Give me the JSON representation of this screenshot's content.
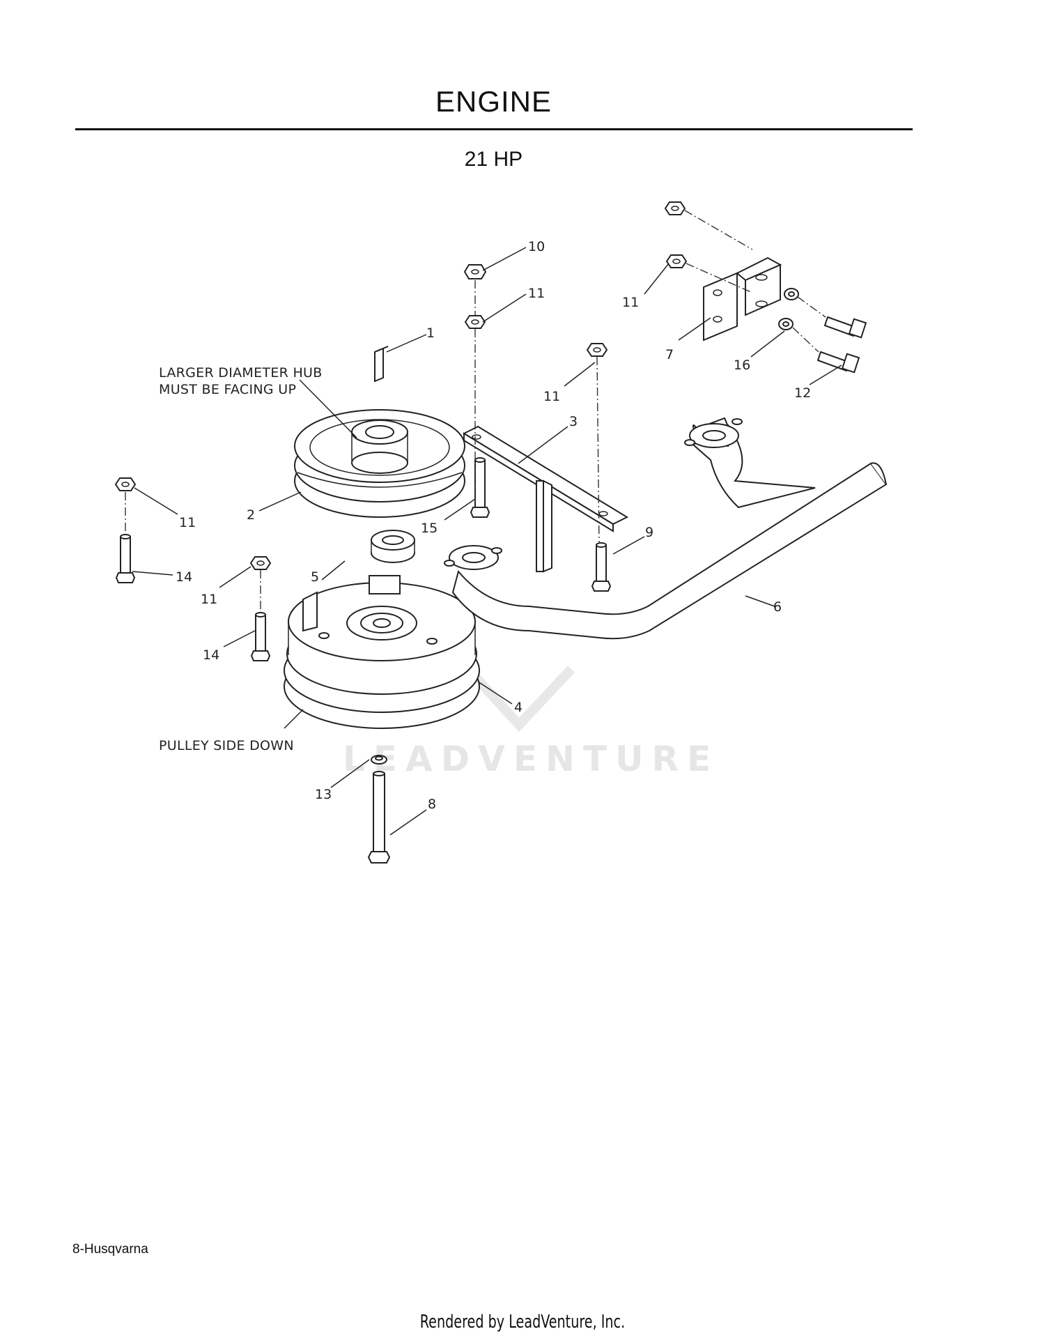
{
  "page": {
    "title": "ENGINE",
    "subtitle": "21 HP",
    "footer_page": "8-Husqvarna",
    "footer_credit": "Rendered by LeadVenture, Inc.",
    "watermark": "LEADVENTURE"
  },
  "notes": {
    "hub_line1": "LARGER DIAMETER HUB",
    "hub_line2": "MUST BE FACING UP",
    "pulley": "PULLEY SIDE DOWN"
  },
  "callouts": {
    "c1": "1",
    "c2": "2",
    "c3": "3",
    "c4": "4",
    "c5": "5",
    "c6": "6",
    "c7": "7",
    "c8": "8",
    "c9": "9",
    "c10": "10",
    "c11a": "11",
    "c11b": "11",
    "c11c": "11",
    "c11d": "11",
    "c11e": "11",
    "c12": "12",
    "c13": "13",
    "c14a": "14",
    "c14b": "14",
    "c15": "15",
    "c16": "16"
  }
}
